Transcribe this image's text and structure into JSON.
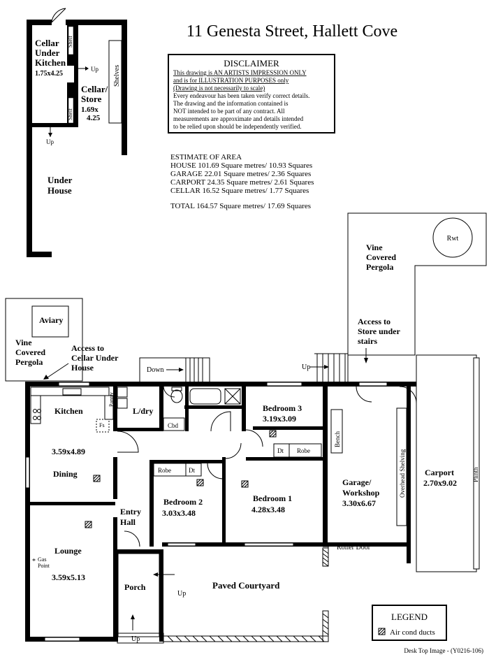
{
  "title": "11 Genesta Street, Hallett Cove",
  "disclaimer": {
    "heading": "DISCLAIMER",
    "lines": [
      "This drawing is AN ARTISTS IMPRESSION ONLY",
      "and is for ILLUSTRATION PURPOSES only",
      "(Drawing is not necessarily to scale)",
      "Every endeavour has been taken verify correct details.",
      "The drawing and the information contained is",
      "NOT intended to be part of any contract.  All",
      "measurements are approximate and details intended",
      "to be relied upon should be independently verified."
    ]
  },
  "area": {
    "heading": "ESTIMATE OF AREA",
    "lines": [
      "HOUSE  101.69 Square metres/  10.93 Squares",
      "GARAGE  22.01 Square metres/  2.36 Squares",
      "CARPORT  24.35 Square metres/  2.61 Squares",
      "CELLAR  16.52 Square metres/  1.77 Squares"
    ],
    "total": "TOTAL  164.57 Square metres/  17.69 Squares"
  },
  "cellar_plan": {
    "cellar_under_kitchen": [
      "Cellar",
      "Under",
      "Kitchen"
    ],
    "cellar_under_kitchen_dims": "1.75x4.25",
    "cellar_store": [
      "Cellar/",
      "Store"
    ],
    "cellar_store_dims": [
      "1.69x",
      "4.25"
    ],
    "under_house": [
      "Under",
      "House"
    ],
    "shelf_label": "Shelf",
    "shelves_label": "Shelves",
    "up_label": "Up"
  },
  "outdoor": {
    "aviary": "Aviary",
    "vine_pergola_left": [
      "Vine",
      "Covered",
      "Pergola"
    ],
    "access_cellar": [
      "Access to",
      "Cellar Under",
      "House"
    ],
    "vine_pergola_right": [
      "Vine",
      "Covered",
      "Pergola"
    ],
    "rwt": "Rwt",
    "access_store": [
      "Access to",
      "Store under",
      "stairs"
    ],
    "down_label": "Down",
    "up_label": "Up",
    "paved_courtyard": "Paved Courtyard",
    "roller_door": "Roller Door"
  },
  "rooms": {
    "kitchen": "Kitchen",
    "pantry": "Pantry",
    "fs": "Fs",
    "ldry": "L/dry",
    "cbd": "Cbd",
    "kitchen_dims": "3.59x4.89",
    "dining": "Dining",
    "lounge": "Lounge",
    "gas_point": [
      "Gas",
      "Point"
    ],
    "lounge_dims": "3.59x5.13",
    "entry_hall": [
      "Entry",
      "Hall"
    ],
    "porch": "Porch",
    "bedroom2": "Bedroom 2",
    "bedroom2_dims": "3.03x3.48",
    "robe": "Robe",
    "dt": "Dt",
    "bedroom1": "Bedroom 1",
    "bedroom1_dims": "4.28x3.48",
    "bedroom3": "Bedroom 3",
    "bedroom3_dims": "3.19x3.09",
    "bench": "Bench",
    "garage": [
      "Garage/",
      "Workshop"
    ],
    "garage_dims": "3.30x6.67",
    "overhead_shelving": "Overhead Shelving",
    "carport": "Carport",
    "carport_dims": "2.70x9.02",
    "plinth": "Plinth"
  },
  "legend": {
    "heading": "LEGEND",
    "item": "Air cond ducts"
  },
  "footer": "Desk Top Image - (Y0216-106)"
}
